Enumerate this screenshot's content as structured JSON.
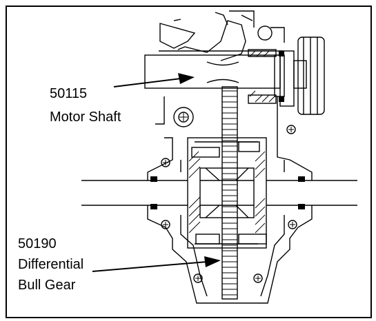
{
  "labels": {
    "motor_shaft": {
      "part_number": "50115",
      "name": "Motor Shaft"
    },
    "bull_gear": {
      "part_number": "50190",
      "name_line1": "Differential",
      "name_line2": "Bull Gear"
    }
  },
  "colors": {
    "ink": "#000000",
    "paper": "#ffffff"
  }
}
